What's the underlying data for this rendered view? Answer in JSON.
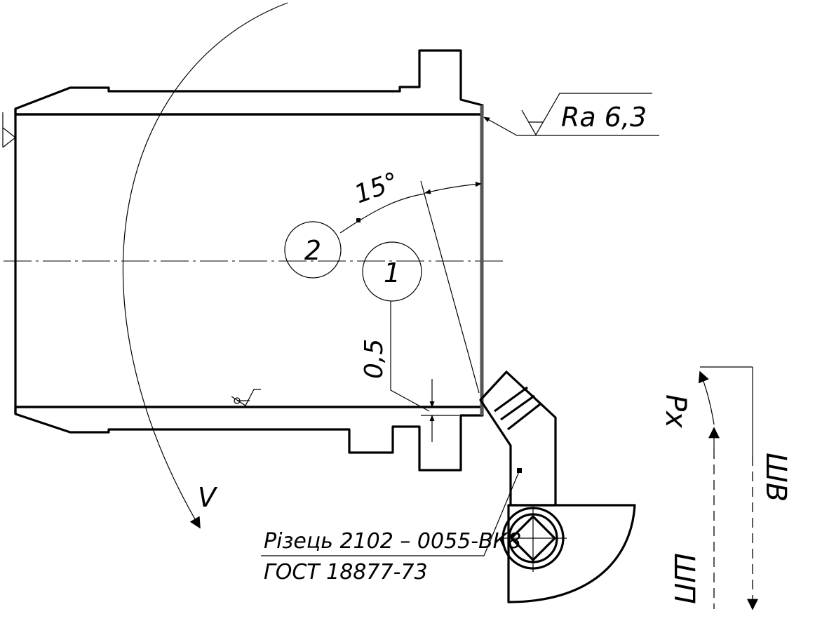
{
  "surface_finish": {
    "label": "Ra 6,3"
  },
  "dimensions": {
    "angle": "15°",
    "depth": "0,5"
  },
  "callouts": [
    {
      "id": "surface-1",
      "label": "1"
    },
    {
      "id": "surface-2",
      "label": "2"
    }
  ],
  "motion": {
    "rotation": "V",
    "feed": "Px"
  },
  "axes_labels": {
    "main_motion": "ШВ",
    "feed_motion": "ШП"
  },
  "tool": {
    "name": "Різець 2102 – 0055-ВК8",
    "standard": "ГОСТ 18877-73"
  }
}
